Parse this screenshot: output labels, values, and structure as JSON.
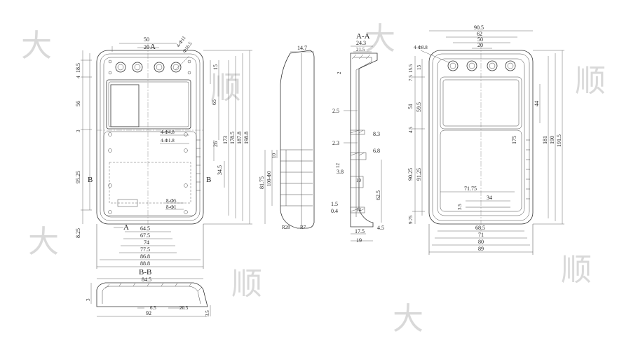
{
  "section_titles": {
    "aa": "A-A",
    "bb": "B-B"
  },
  "markers": {
    "a": "A",
    "b": "B"
  },
  "front_view": {
    "top": [
      "50",
      "20"
    ],
    "top_right": [
      "4-Φ11",
      "Φ16.5"
    ],
    "left": [
      "18.5",
      "4",
      "56",
      "3",
      "95.25",
      "8.25"
    ],
    "right_inner": [
      "15",
      "65",
      "26",
      "34.5"
    ],
    "right_outer": [
      "173",
      "178.5",
      "187.8",
      "198.8"
    ],
    "holes": [
      "4-Φ4.8",
      "4-Φ1.8",
      "8-Φ5",
      "8-Φ1"
    ],
    "bottom": [
      "64.5",
      "67.5",
      "74",
      "77.5",
      "86.8",
      "88.8"
    ]
  },
  "side_view": {
    "top": "14.7",
    "left": [
      "10",
      "100-Φ0",
      "81.75"
    ],
    "bottom": [
      "R28",
      "R7"
    ]
  },
  "section_aa": {
    "top": [
      "24.3",
      "21.5"
    ],
    "left": [
      "2",
      "2.5",
      "2.3",
      "12",
      "3.8",
      "1.5",
      "0.4"
    ],
    "right": [
      "8.3",
      "6.8",
      "10",
      "62.5",
      "14",
      "4.5"
    ],
    "bottom": [
      "17.5",
      "19"
    ]
  },
  "back_view": {
    "top": [
      "90.5",
      "62",
      "50",
      "20",
      "4-Φ8.8"
    ],
    "left": [
      "15.5",
      "7.5",
      "13",
      "51",
      "59.5",
      "4.5",
      "90.25",
      "91.25",
      "9.75"
    ],
    "right_inner": [
      "44",
      "175"
    ],
    "right_outer": [
      "181",
      "190",
      "191.5"
    ],
    "inner": [
      "71.75",
      "34",
      "3.5"
    ],
    "bottom": [
      "68.5",
      "71",
      "80",
      "89"
    ]
  },
  "section_bb": {
    "top": "84.5",
    "bottom": [
      "3",
      "6.5",
      "20.5",
      "92"
    ],
    "right": "3.5"
  },
  "watermark": [
    "大",
    "顺",
    "大",
    "顺",
    "大",
    "顺",
    "大",
    "顺"
  ]
}
